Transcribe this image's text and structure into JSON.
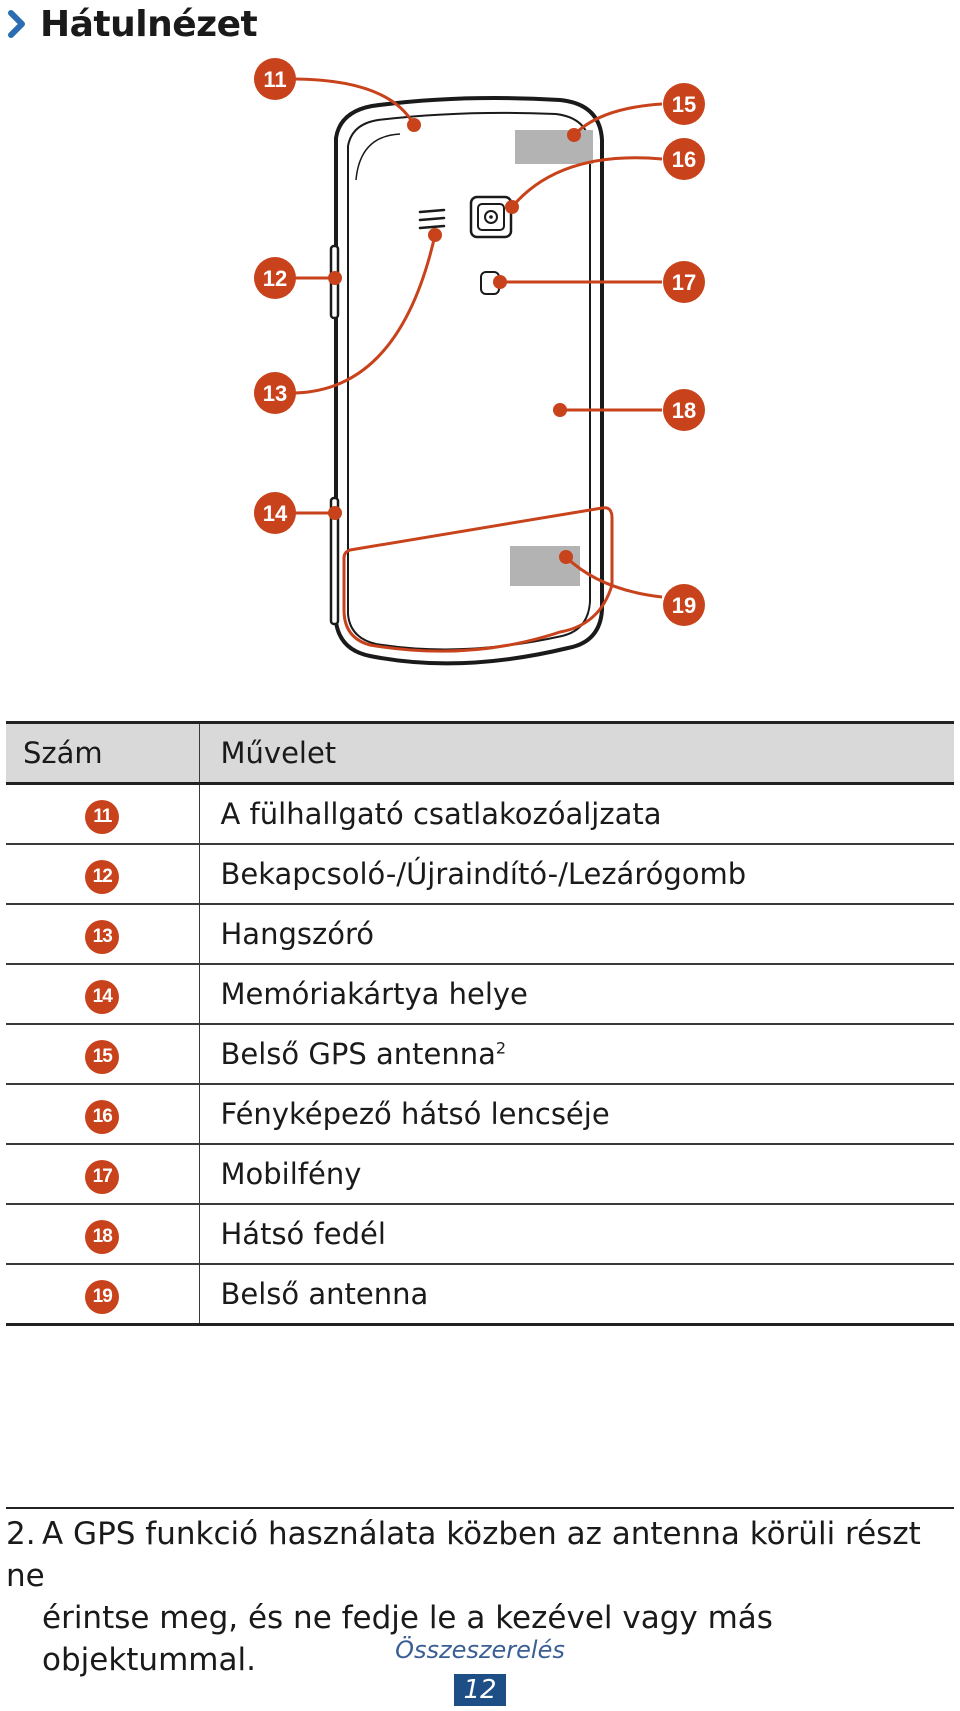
{
  "heading": {
    "title": "Hátulnézet"
  },
  "colors": {
    "accent_orange": "#c8421b",
    "heading_chevron": "#2b6cb3",
    "page_label": "#3b5f95",
    "page_number_bg": "#1e4e86",
    "table_header_bg": "#d9d9d9"
  },
  "diagram": {
    "callouts": [
      "11",
      "12",
      "13",
      "14",
      "15",
      "16",
      "17",
      "18",
      "19"
    ]
  },
  "table": {
    "headers": {
      "number": "Szám",
      "operation": "Művelet"
    },
    "rows": [
      {
        "num": "11",
        "label": "A fülhallgató csatlakozóaljzata"
      },
      {
        "num": "12",
        "label": "Bekapcsoló-/Újraindító-/Lezárógomb"
      },
      {
        "num": "13",
        "label": "Hangszóró"
      },
      {
        "num": "14",
        "label": "Memóriakártya helye"
      },
      {
        "num": "15",
        "label": "Belső GPS antenna",
        "sup": "2"
      },
      {
        "num": "16",
        "label": "Fényképező hátsó lencséje"
      },
      {
        "num": "17",
        "label": "Mobilfény"
      },
      {
        "num": "18",
        "label": "Hátsó fedél"
      },
      {
        "num": "19",
        "label": "Belső antenna"
      }
    ]
  },
  "footnote": {
    "marker": "2.",
    "line1": "A GPS funkció használata közben az antenna körüli részt ne",
    "line2": "érintse meg, és ne fedje le a kezével vagy más objektummal."
  },
  "footer": {
    "section": "Összeszerelés",
    "page": "12"
  }
}
